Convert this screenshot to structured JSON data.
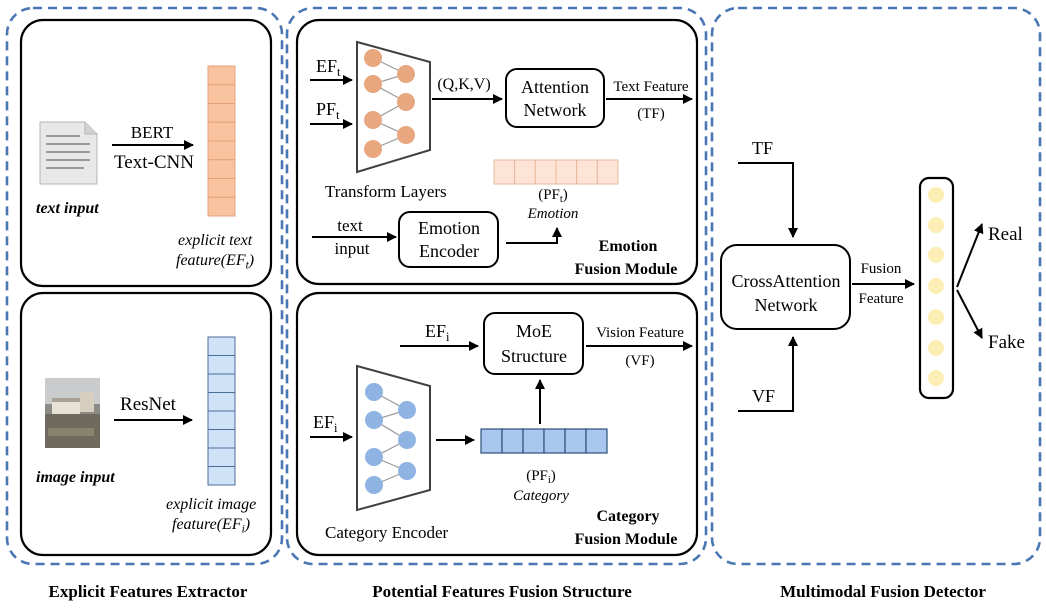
{
  "sections": {
    "left_title": "Explicit Features Extractor",
    "middle_title": "Potential Features Fusion Structure",
    "right_title": "Multimodal Fusion Detector"
  },
  "text_extractor": {
    "input_label": "text input",
    "method_1": "BERT",
    "method_2": "Text-CNN",
    "feature_label_1": "explicit text",
    "feature_label_2": "feature(EF",
    "feature_label_sub": "t",
    "feature_label_end": ")",
    "vector_color": "#f9c3a0"
  },
  "image_extractor": {
    "input_label": "image input",
    "method": "ResNet",
    "feature_label_1": "explicit image",
    "feature_label_2": "feature(EF",
    "feature_label_sub": "i",
    "feature_label_end": ")",
    "vector_color": "#cfe2f8"
  },
  "emotion_module": {
    "input_1": "EF",
    "input_1_sub": "t",
    "input_2": "PF",
    "input_2_sub": "t",
    "transform_label": "Transform Layers",
    "qkv_label": "(Q,K,V)",
    "attention_box": [
      "Attention",
      "Network"
    ],
    "output_label_1": "Text Feature",
    "output_label_2": "(TF)",
    "text_input": [
      "text",
      "input"
    ],
    "encoder_box": [
      "Emotion",
      "Encoder"
    ],
    "pf_label": "(PF",
    "pf_sub": "t",
    "pf_end": ")",
    "pf_caption": "Emotion",
    "title_1": "Emotion",
    "title_2": "Fusion Module",
    "node_color": "#e9a780",
    "pf_vector_color": "#fde4d6"
  },
  "category_module": {
    "input_1": "EF",
    "input_1_sub": "i",
    "input_2": "EF",
    "input_2_sub": "i",
    "moe_box": [
      "MoE",
      "Structure"
    ],
    "output_label_1": "Vision Feature",
    "output_label_2": "(VF)",
    "encoder_label": "Category  Encoder",
    "pf_label": "(PF",
    "pf_sub": "i",
    "pf_end": ")",
    "pf_caption": "Category",
    "title_1": "Category",
    "title_2": "Fusion Module",
    "node_color": "#8fb4e3",
    "pf_vector_color": "#a9c7ee"
  },
  "detector": {
    "tf_label": "TF",
    "vf_label": "VF",
    "cross_box": [
      "CrossAttention",
      "Network"
    ],
    "fusion_label_1": "Fusion",
    "fusion_label_2": "Feature",
    "output_real": "Real",
    "output_fake": "Fake",
    "node_color": "#fdeeb6"
  },
  "colors": {
    "dashed_border": "#4a77b4"
  }
}
